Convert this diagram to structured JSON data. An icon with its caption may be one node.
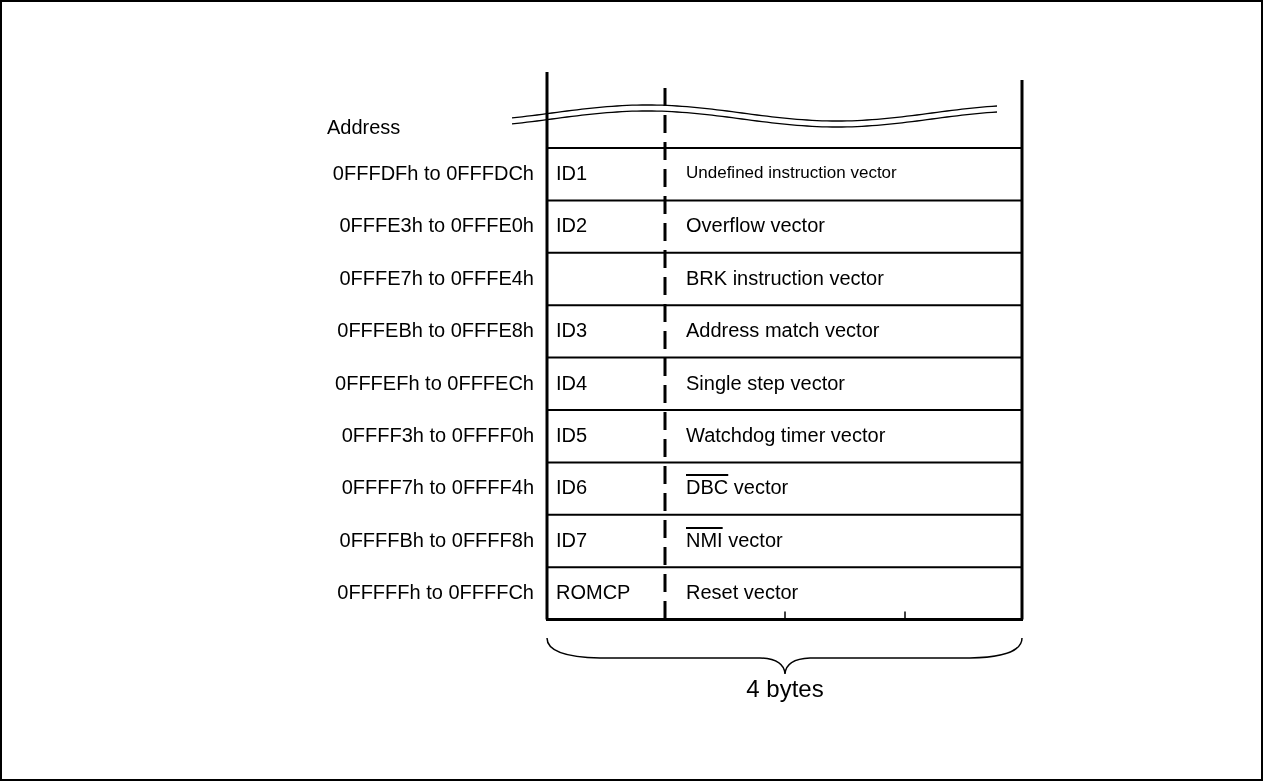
{
  "diagram": {
    "labels": [
      "Address",
      "0FFFDFh to 0FFFDCh",
      "ID1",
      "Undefined instruction vector",
      "0FFFE3h to 0FFFE0h",
      "ID2",
      "Overflow vector",
      "0FFFE7h to 0FFFE4h",
      "BRK instruction vector",
      "0FFFEBh to 0FFFE8h",
      "ID3",
      "Address match vector",
      "0FFFEFh to 0FFFECh",
      "ID4",
      "Single step vector",
      "0FFFF3h to 0FFFF0h",
      "ID5",
      "Watchdog timer vector",
      "0FFFF7h to 0FFFF4h",
      "ID6",
      "DBC vector",
      "0FFFFBh to 0FFFF8h",
      "ID7",
      "NMI vector",
      "0FFFFFh to 0FFFFCh",
      "ROMCP",
      "Reset vector",
      "4 bytes"
    ]
  }
}
